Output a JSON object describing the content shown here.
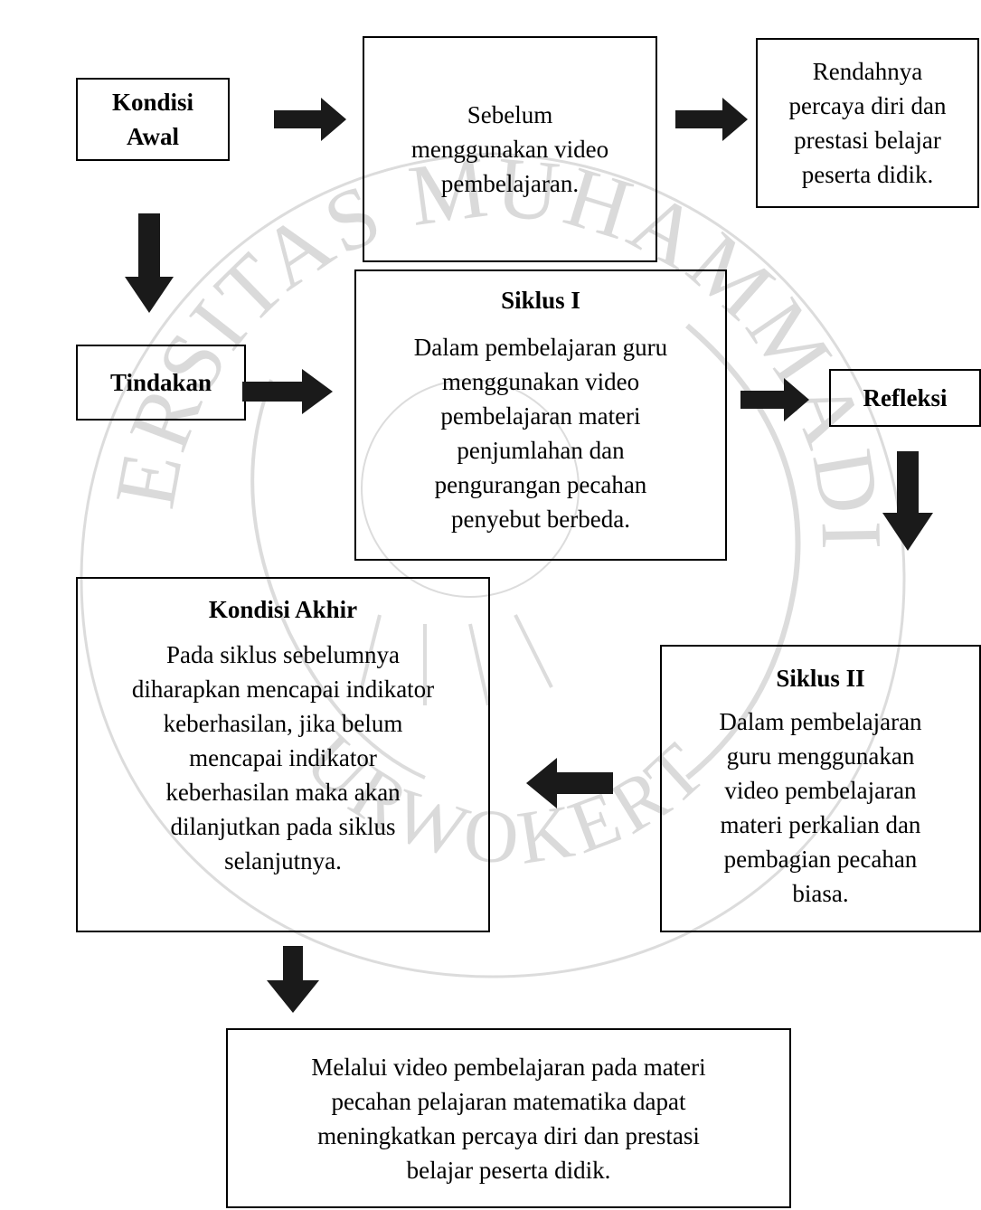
{
  "nodes": {
    "kondisi_awal": "Kondisi\nAwal",
    "sebelum": "Sebelum\nmenggunakan video\npembelajaran.",
    "rendahnya": "Rendahnya\npercaya diri dan\nprestasi belajar\npeserta didik.",
    "tindakan": "Tindakan",
    "siklus1_title": "Siklus I",
    "siklus1_body": "Dalam pembelajaran guru\nmenggunakan video\npembelajaran materi\npenjumlahan dan\npengurangan pecahan\npenyebut berbeda.",
    "refleksi": "Refleksi",
    "kondisi_akhir_title": "Kondisi Akhir",
    "kondisi_akhir_body": "Pada siklus sebelumnya\ndiharapkan mencapai indikator\nkeberhasilan, jika belum\nmencapai indikator\nkeberhasilan maka akan\ndilanjutkan pada siklus\nselanjutnya.",
    "siklus2_title": "Siklus II",
    "siklus2_body": "Dalam pembelajaran\nguru menggunakan\nvideo pembelajaran\nmateri perkalian dan\npembagian pecahan\nbiasa.",
    "hasil": "Melalui video pembelajaran pada materi\npecahan pelajaran matematika dapat\nmeningkatkan percaya diri dan prestasi\nbelajar peserta didik."
  },
  "watermark": {
    "top_text": "UNIVERSITAS MUHAMMADIYAH",
    "bottom_text": "PURWOKERTO",
    "color": "#d9d9d9"
  },
  "colors": {
    "arrow": "#1a1a1a",
    "border": "#000000"
  }
}
